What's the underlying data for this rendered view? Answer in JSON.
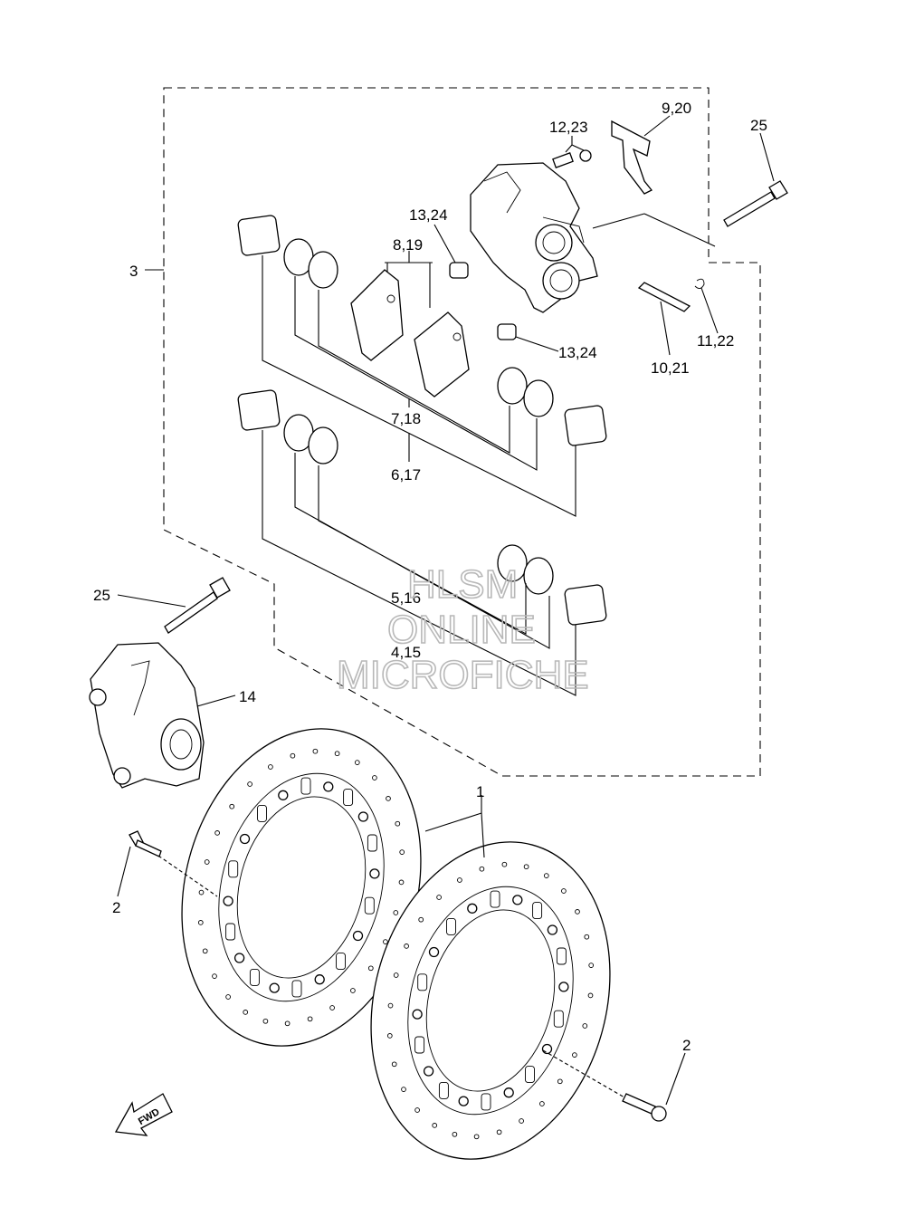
{
  "callouts": {
    "c1": "1",
    "c2a": "2",
    "c2b": "2",
    "c3": "3",
    "c4_15": "4,15",
    "c5_16": "5,16",
    "c6_17": "6,17",
    "c7_18": "7,18",
    "c8_19": "8,19",
    "c9_20": "9,20",
    "c10_21": "10,21",
    "c11_22": "11,22",
    "c12_23": "12,23",
    "c13_24a": "13,24",
    "c13_24b": "13,24",
    "c14": "14",
    "c25a": "25",
    "c25b": "25"
  },
  "watermark": {
    "line1": "HLSM",
    "line2": "ONLINE",
    "line3": "MICROFICHE"
  },
  "fwd_label": "FWD"
}
